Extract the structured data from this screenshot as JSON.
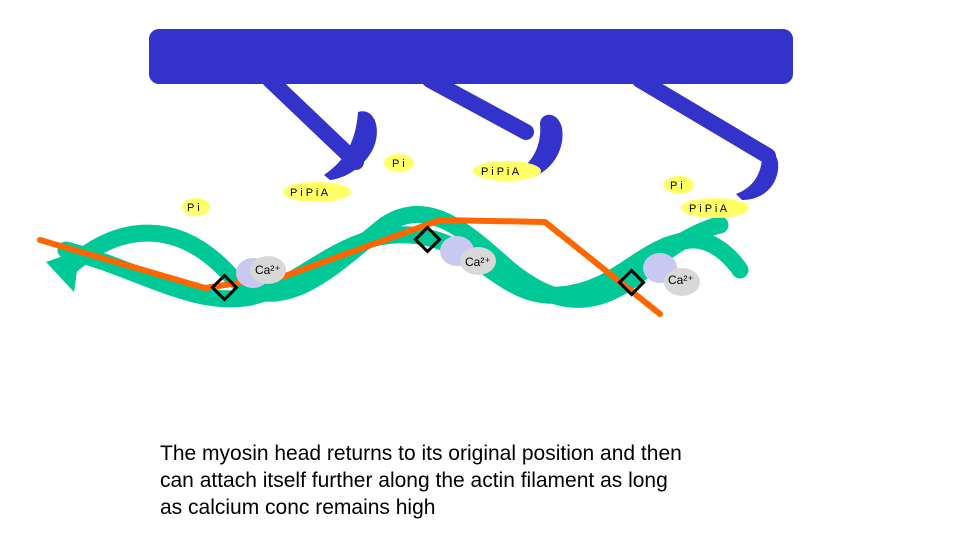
{
  "colors": {
    "myosin": "#3333cc",
    "actin": "#00c896",
    "tropomyosin": "#ff6600",
    "atp_fill": "#ffff66",
    "troponin": "#c8c8f0",
    "calcium": "#d8d8d8",
    "binding_site": "#000000"
  },
  "labels": {
    "pi_left": "P i",
    "pi_head1": "P i",
    "pi_head3": "P i",
    "atp_head1": "P i P i  A",
    "atp_head2": "P i P i  A",
    "atp_head3": "P i P i  A",
    "ca_1": "Ca²⁺",
    "ca_2": "Ca²⁺",
    "ca_3": "Ca²⁺"
  },
  "caption": {
    "line1": "The myosin head returns to its original position and then",
    "line2": "can attach itself further along the actin filament as long",
    "line3": "as calcium conc remains high"
  }
}
